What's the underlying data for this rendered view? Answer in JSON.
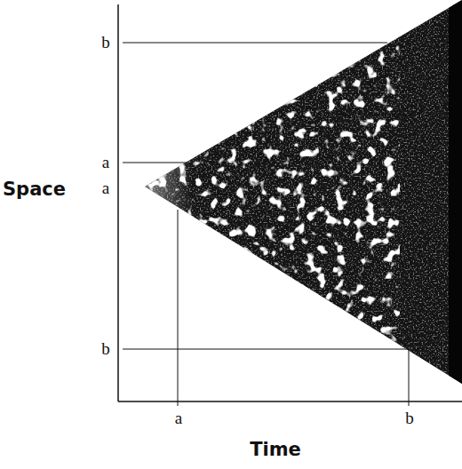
{
  "diagram": {
    "labels": [
      "b",
      "a",
      "Space",
      "a",
      "b",
      "a",
      "b",
      "Time"
    ]
  }
}
